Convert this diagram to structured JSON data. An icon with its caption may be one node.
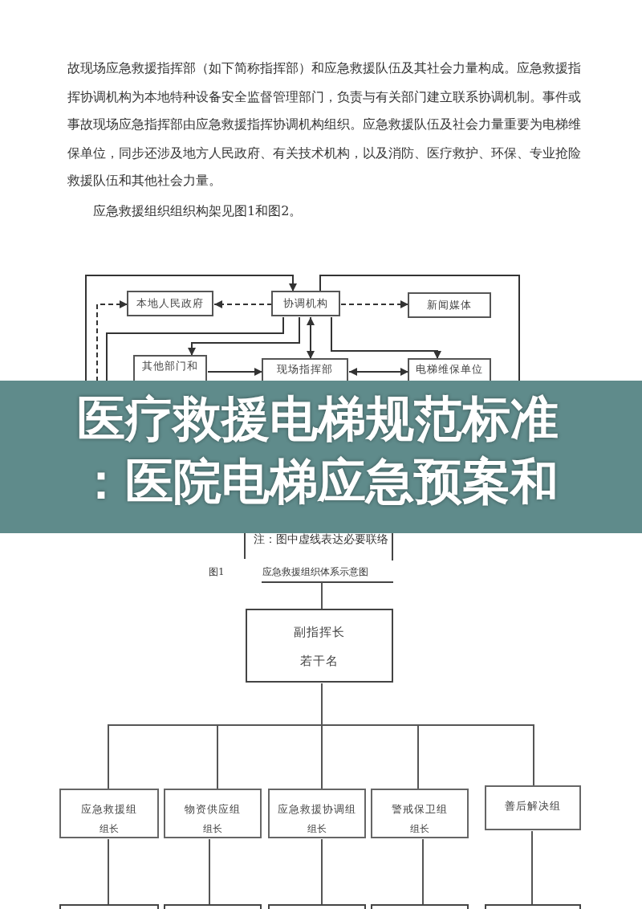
{
  "diagram": {
    "title": "医疗救援电梯规范标准：医院电梯应急预案和",
    "caption": "图1 应急救援组织体系示意图",
    "nodes": [
      {
        "text": [
          "本地人民政府"
        ]
      },
      {
        "text": [
          "协调机构"
        ]
      },
      {
        "text": [
          "新闻媒体"
        ]
      },
      {
        "text": [
          "其他部门和"
        ]
      },
      {
        "text": [
          "现场指挥部"
        ]
      },
      {
        "text": [
          "电梯维保单位"
        ]
      },
      {
        "text": [
          "副指挥长",
          "若干名"
        ]
      },
      {
        "text": [
          "应急救援组",
          "组长"
        ]
      },
      {
        "text": [
          "物资供应组",
          "组长"
        ]
      },
      {
        "text": [
          "应急救援协调组",
          "组长"
        ]
      },
      {
        "text": [
          "警戒保卫组",
          "组长"
        ]
      },
      {
        "text": [
          "善后解决组"
        ]
      },
      {
        "text": [],
        "shape": "box"
      },
      {
        "text": [],
        "shape": "box"
      },
      {
        "text": [],
        "shape": "box"
      },
      {
        "text": [],
        "shape": "box"
      },
      {
        "text": [],
        "shape": "box"
      }
    ],
    "edges": [
      {
        "from": 1,
        "to": 0,
        "arrow": "to",
        "style": "dashed"
      },
      {
        "from": 1,
        "to": 2,
        "arrow": "to",
        "style": "dashed"
      },
      {
        "from": null,
        "to": 1,
        "arrow": "to"
      },
      {
        "from": 1,
        "to": null,
        "arrow": "none"
      },
      {
        "from": null,
        "to": 0,
        "arrow": "to",
        "style": "dashed"
      },
      {
        "from": 1,
        "to": null,
        "arrow": "none"
      },
      {
        "from": 1,
        "to": 3,
        "arrow": "to"
      },
      {
        "from": 1,
        "to": 4,
        "arrow": "both"
      },
      {
        "from": 1,
        "to": 5,
        "arrow": "to"
      },
      {
        "from": 3,
        "to": 4,
        "arrow": "to"
      },
      {
        "from": 4,
        "to": 5,
        "arrow": "both"
      },
      {
        "from": null,
        "to": 6,
        "arrow": "none"
      },
      {
        "from": 6,
        "to": 7,
        "arrow": "none"
      },
      {
        "from": 6,
        "to": 8,
        "arrow": "none"
      },
      {
        "from": 6,
        "to": 9,
        "arrow": "none"
      },
      {
        "from": 6,
        "to": 10,
        "arrow": "none"
      },
      {
        "from": 6,
        "to": 11,
        "arrow": "none"
      },
      {
        "from": 7,
        "to": 12,
        "arrow": "none"
      },
      {
        "from": 8,
        "to": 13,
        "arrow": "none"
      },
      {
        "from": 9,
        "to": 14,
        "arrow": "none"
      },
      {
        "from": 10,
        "to": 15,
        "arrow": "none"
      },
      {
        "from": 11,
        "to": 16,
        "arrow": "none"
      }
    ],
    "labels": [
      "故现场应急救援指挥部（如下简称指挥部）和应急救援队伍及其社会力量构成。应急救援指挥协调机构为本地特种设备安全监督管理部门，负责与有关部门建立联系协调机制。事件或事故现场应急指挥部由应急救援指挥协调机构组织。应急救援队伍及社会力量重要为电梯维保单位，同步还涉及地方人民政府、有关技术机构，以及消防、医疗救护、环保、专业抢险救援队伍和其他社会力量。",
      "应急救援组织组织构架见图1和图2。",
      "注：图中虚线表达必要联络"
    ]
  }
}
